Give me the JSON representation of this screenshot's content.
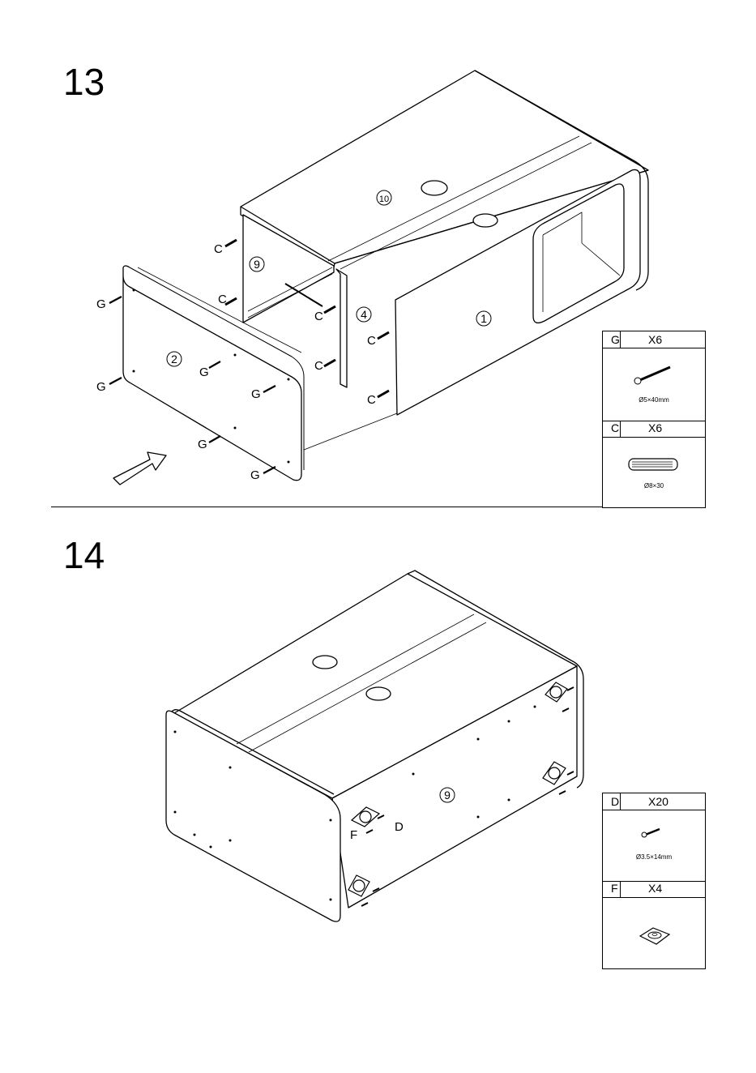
{
  "steps": [
    {
      "number": "13",
      "labels": {
        "panel_10": "10",
        "panel_9": "9",
        "panel_4": "4",
        "panel_1": "1",
        "panel_2": "2",
        "screw": "G",
        "dowel": "C"
      },
      "hardware": [
        {
          "code": "G",
          "qty": "X6",
          "spec": "Ø5×40mm",
          "icon": "screw-icon"
        },
        {
          "code": "C",
          "qty": "X6",
          "spec": "Ø8×30",
          "icon": "dowel-icon"
        }
      ]
    },
    {
      "number": "14",
      "labels": {
        "panel_9": "9",
        "screw": "D",
        "foot": "F"
      },
      "hardware": [
        {
          "code": "D",
          "qty": "X20",
          "spec": "Ø3.5×14mm",
          "icon": "small-screw-icon"
        },
        {
          "code": "F",
          "qty": "X4",
          "spec": "",
          "icon": "foot-plate-icon"
        }
      ]
    }
  ]
}
